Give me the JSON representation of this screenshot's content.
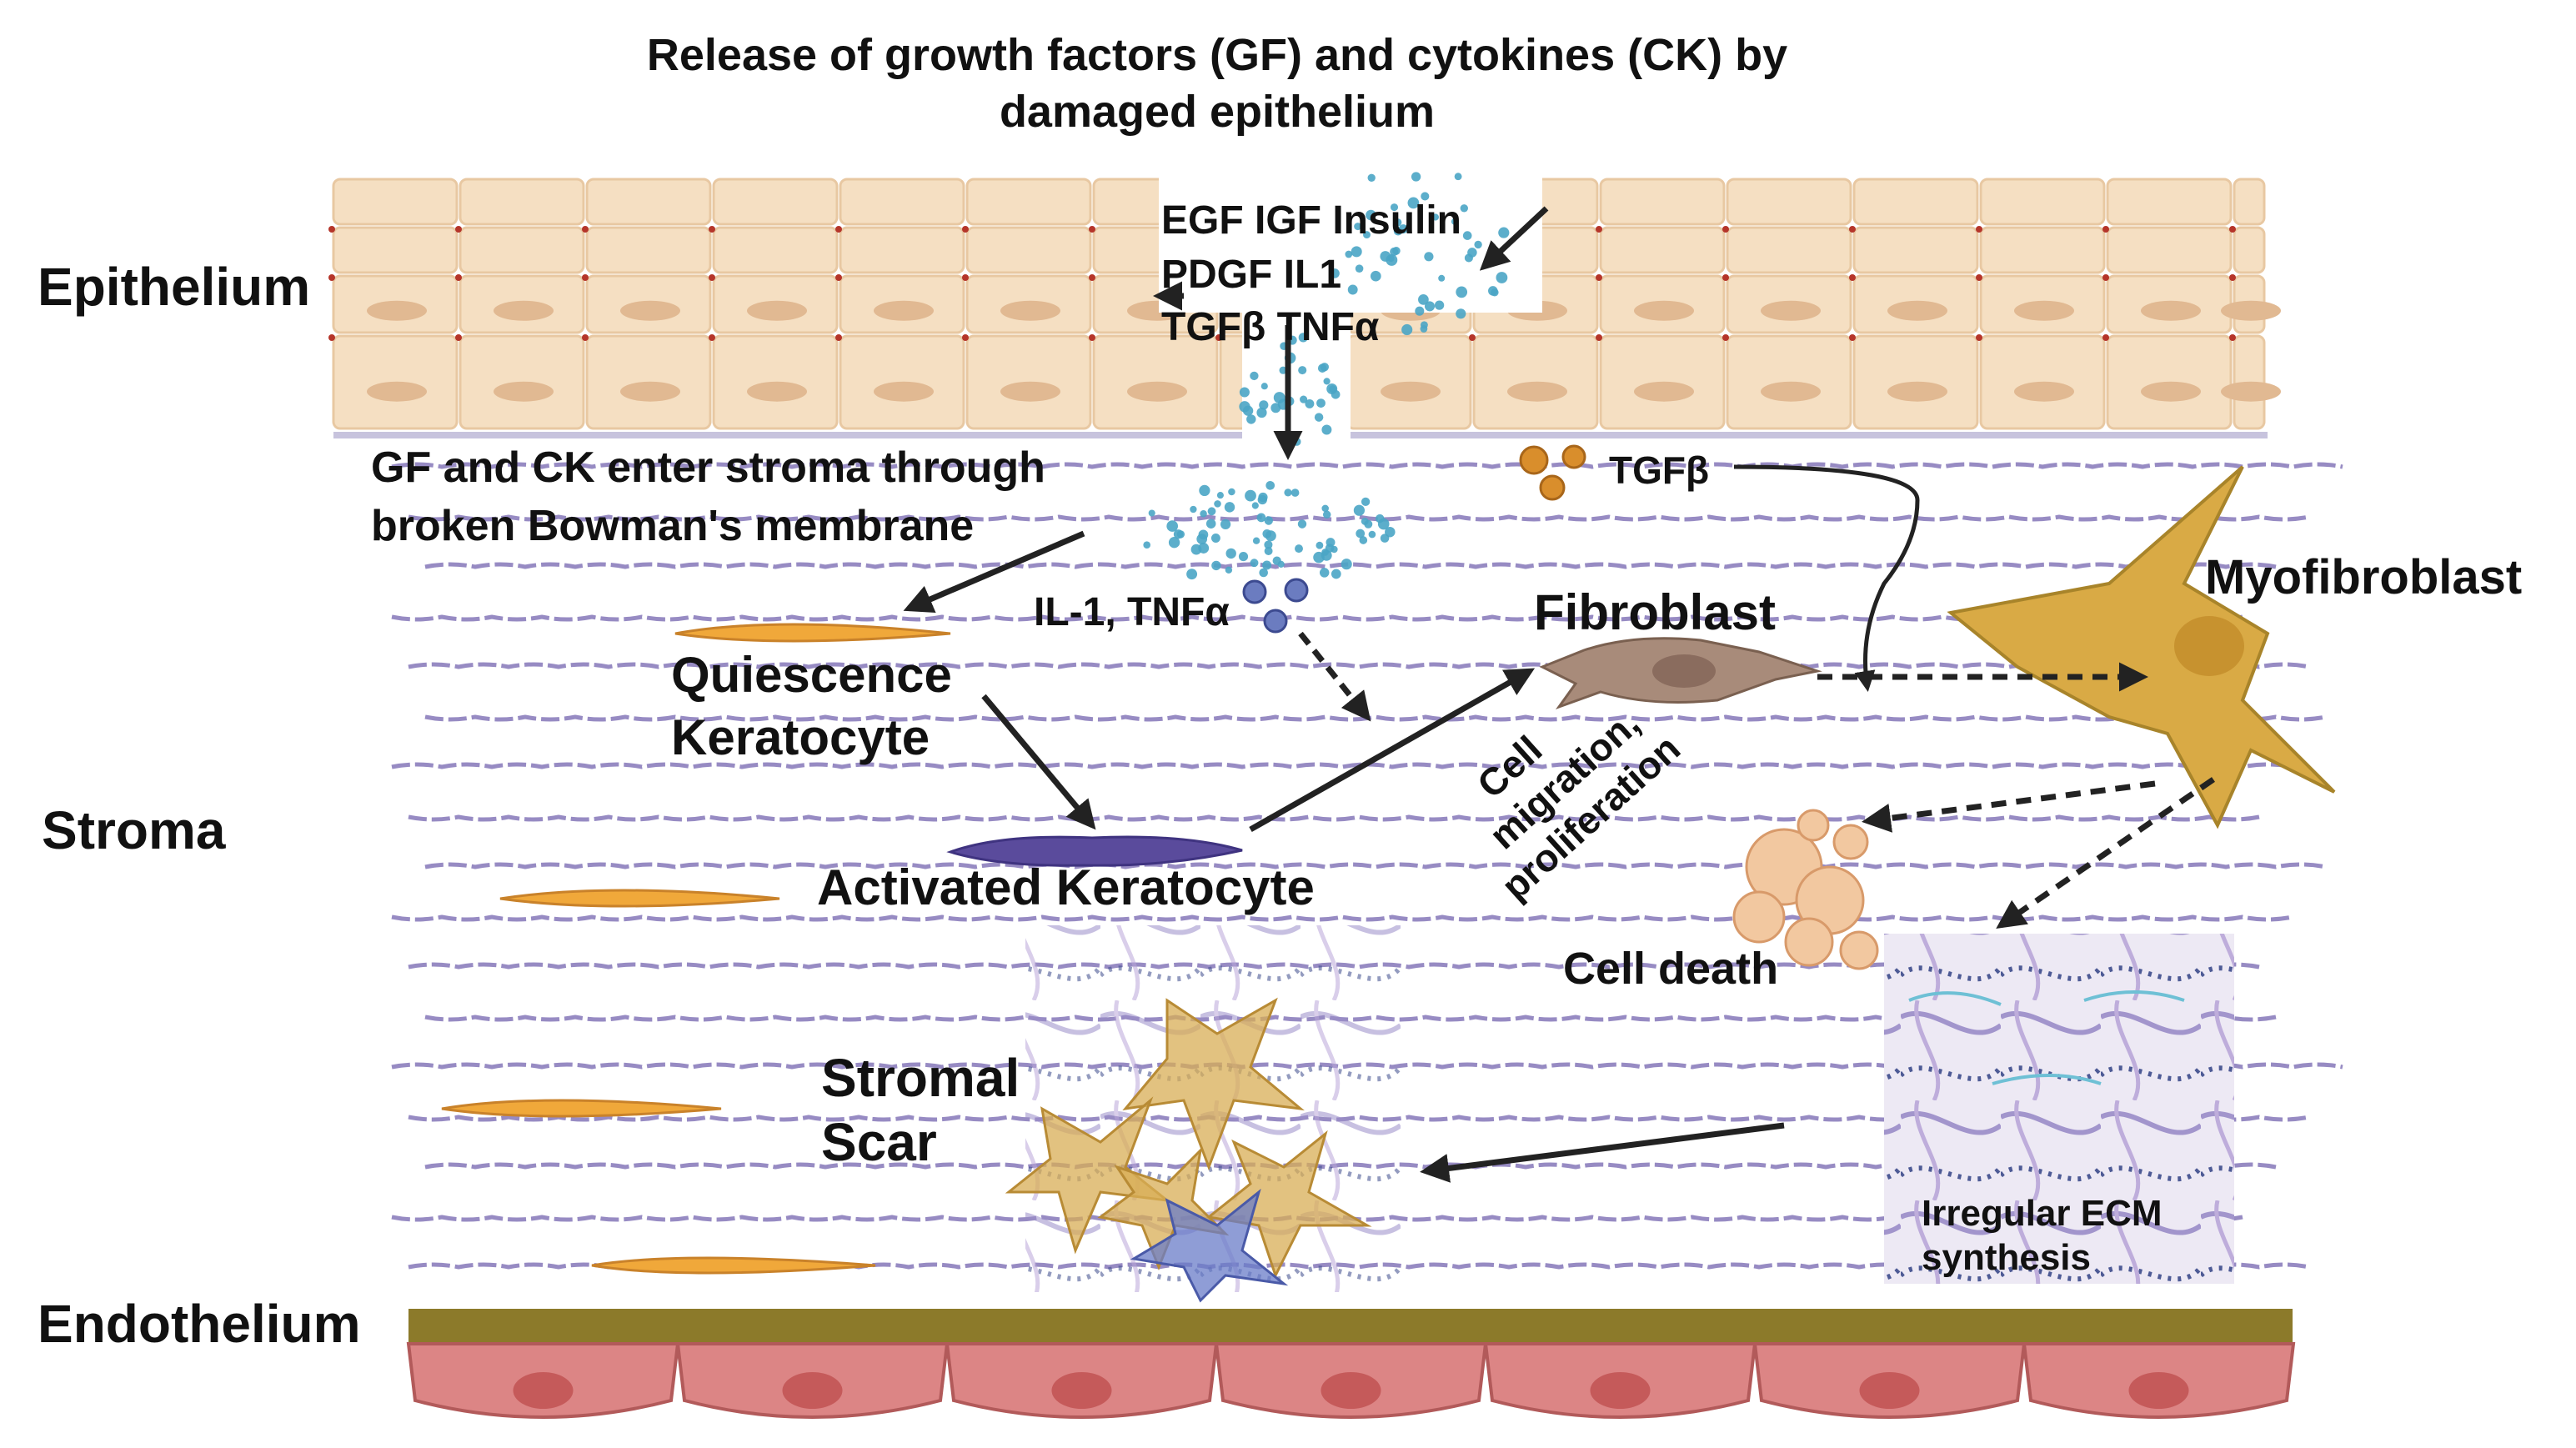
{
  "title": {
    "line1": "Release of growth factors (GF) and cytokines (CK) by",
    "line2": "damaged epithelium"
  },
  "layers": {
    "epithelium": "Epithelium",
    "stroma": "Stroma",
    "endothelium": "Endothelium"
  },
  "factors": {
    "row1": "EGF  IGF  Insulin",
    "row2": "PDGF   IL1",
    "row3": "TGFβ  TNFα"
  },
  "labels": {
    "gf_entry_line1": "GF and CK enter stroma through",
    "gf_entry_line2": "broken Bowman's membrane",
    "il1_tnfa": "IL-1, TNFα",
    "tgfb": "TGFβ",
    "fibroblast": "Fibroblast",
    "myofibroblast": "Myofibroblast",
    "quiescence_line1": "Quiescence",
    "quiescence_line2": "Keratocyte",
    "activated": "Activated Keratocyte",
    "migration_line1": "Cell",
    "migration_line2": "migration,",
    "migration_line3": "proliferation",
    "cell_death": "Cell death",
    "scar_line1": "Stromal",
    "scar_line2": "Scar",
    "ecm_line1": "Irregular ECM",
    "ecm_line2": "synthesis"
  },
  "colors": {
    "epithelial_cell": "#f5dfc2",
    "epithelial_nucleus": "#e1b992",
    "collagen": "#8577b8",
    "keratocyte": "#f0a83a",
    "activated_keratocyte": "#5a4b9c",
    "fibroblast": "#a88b7a",
    "myofibroblast": "#d9aa45",
    "descemet": "#8c7a2a",
    "endothelial_cell": "#dc8585",
    "particle": "#4aa5c5"
  }
}
